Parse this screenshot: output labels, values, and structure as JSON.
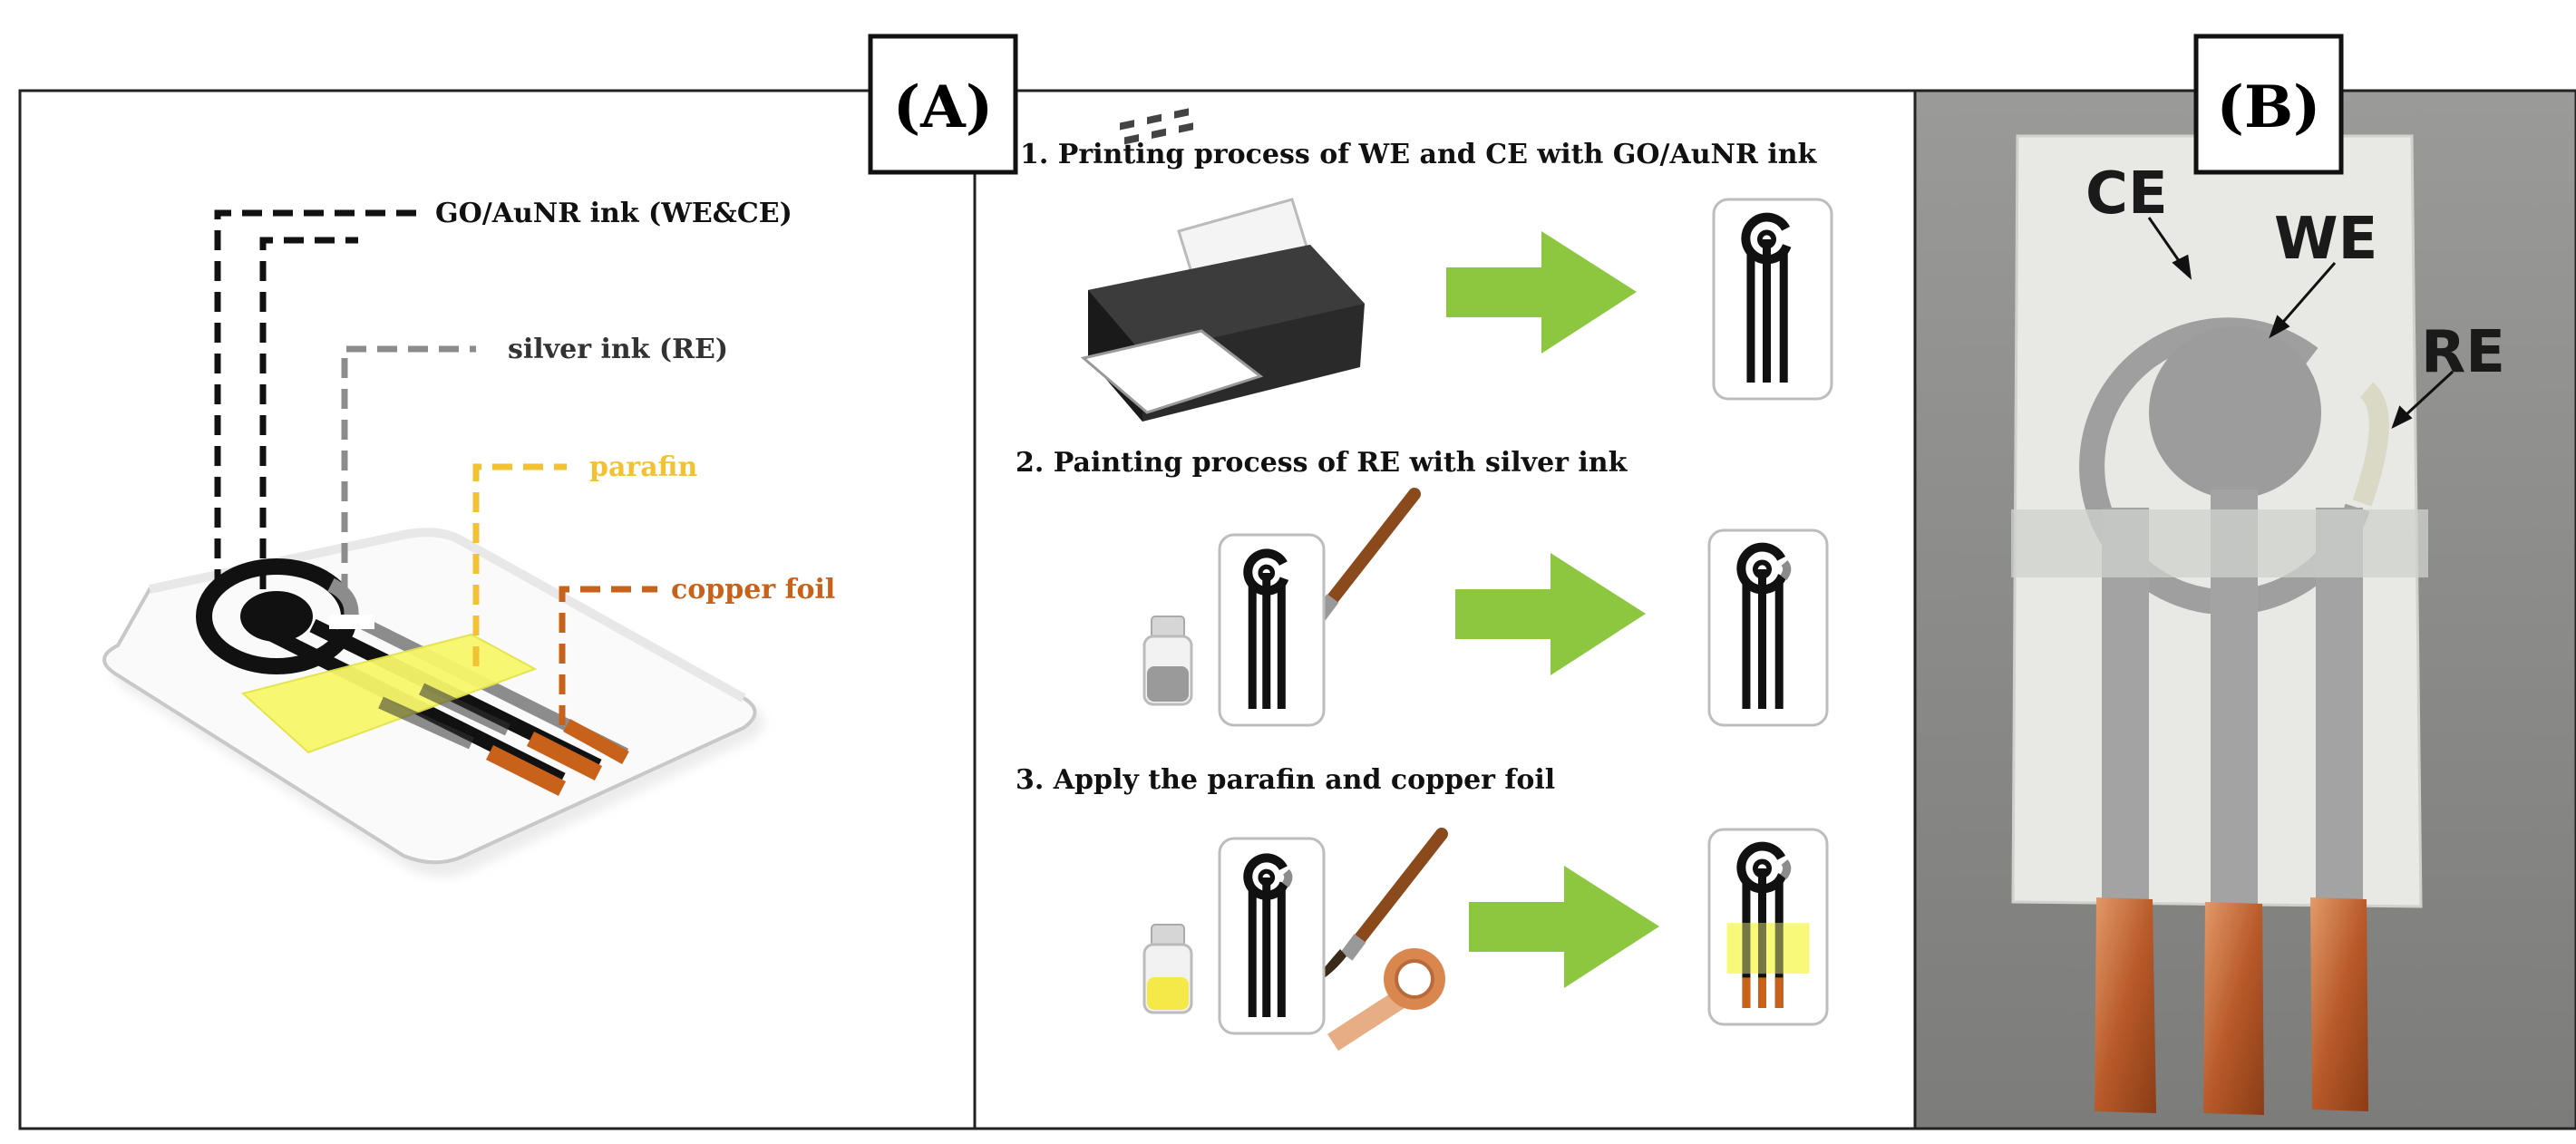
{
  "panel_a": {
    "badge": "(A)",
    "legend": {
      "go_ink": "GO/AuNR ink (WE&CE)",
      "silver_ink": "silver ink (RE)",
      "parafin": "parafin",
      "copper": "copper foil"
    },
    "steps": {
      "step1": "1. Printing process of WE and CE with GO/AuNR ink",
      "step2": "2. Painting process of RE with silver ink",
      "step3": "3. Apply the parafin and copper foil"
    }
  },
  "panel_b": {
    "badge": "(B)",
    "labels": {
      "ce": "CE",
      "we": "WE",
      "re": "RE"
    }
  },
  "colors": {
    "black_ink": "#111111",
    "silver_ink": "#8c8c8c",
    "parafin": "#f2c233",
    "parafin_fill": "#f7f76a",
    "copper": "#c8611a",
    "arrow_green": "#8dc63f",
    "photo_bg": "#8e8e8e",
    "paper": "#e8e8e4"
  }
}
